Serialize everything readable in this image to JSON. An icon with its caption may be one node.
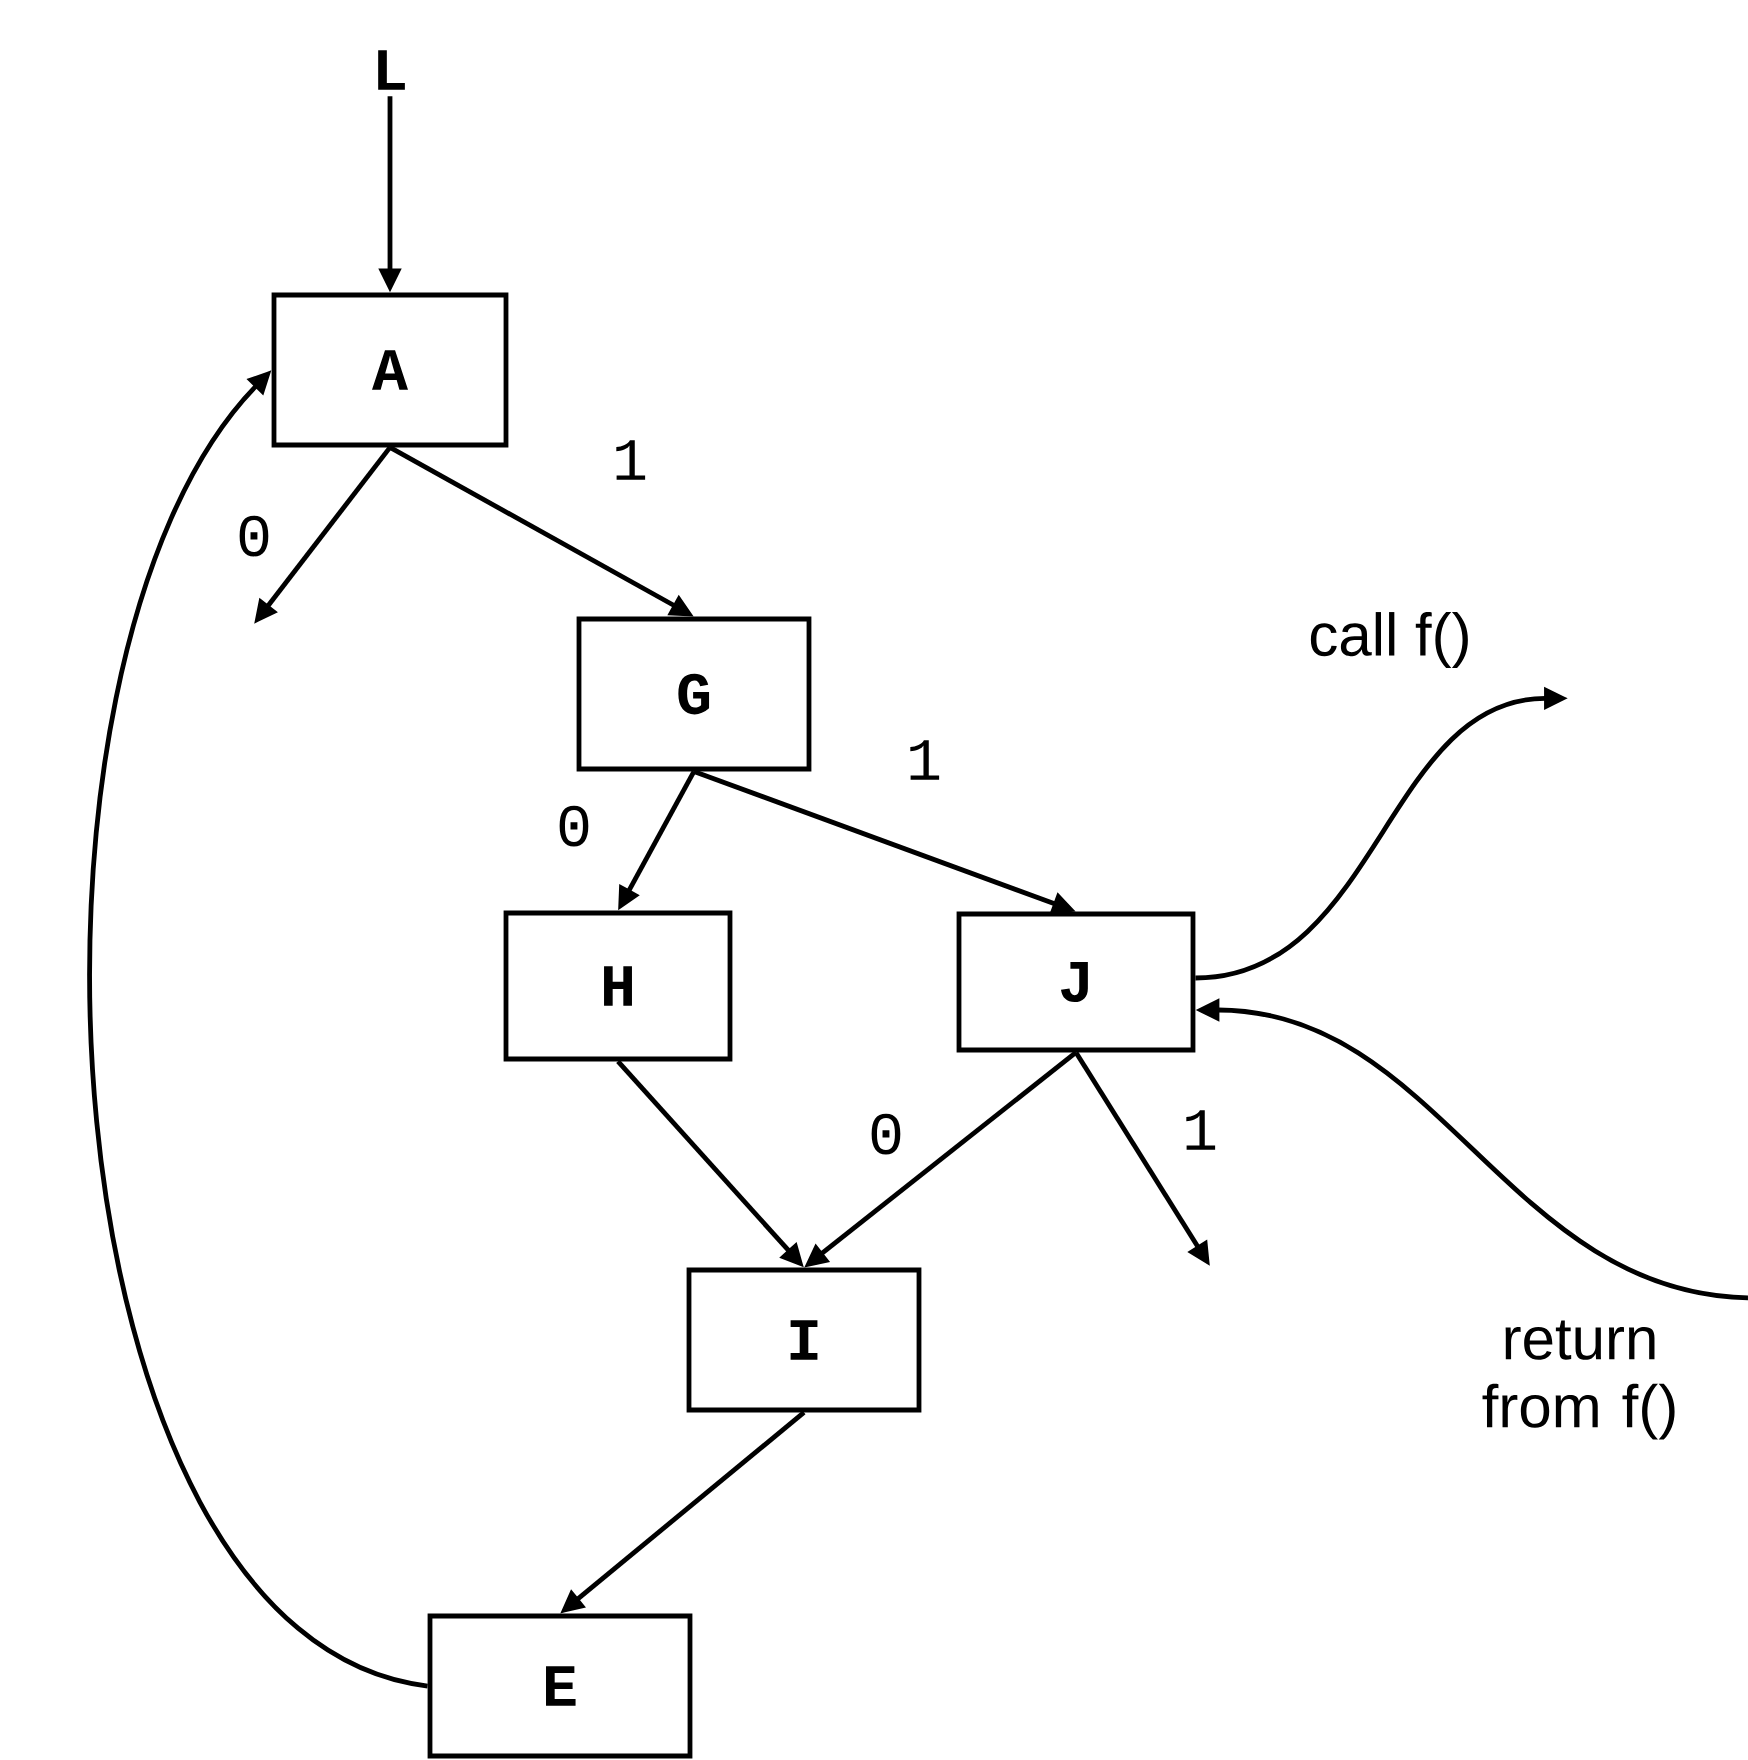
{
  "diagram": {
    "nodes": [
      {
        "text": [
          "L"
        ]
      },
      {
        "text": [
          "A"
        ]
      },
      {
        "text": [
          "G"
        ]
      },
      {
        "text": [
          "H"
        ]
      },
      {
        "text": [
          "J"
        ]
      },
      {
        "text": [
          "I"
        ]
      },
      {
        "text": [
          "E"
        ]
      },
      {
        "text": [
          "call f()"
        ]
      },
      {
        "text": [
          "return from f()"
        ]
      }
    ],
    "edges": [
      {
        "from": 0,
        "to": 1,
        "arrow": "to"
      },
      {
        "from": 1,
        "to": null,
        "arrow": "to",
        "label": "0"
      },
      {
        "from": 1,
        "to": 2,
        "arrow": "to",
        "label": "1"
      },
      {
        "from": 2,
        "to": 3,
        "arrow": "to",
        "label": "0"
      },
      {
        "from": 2,
        "to": 4,
        "arrow": "to",
        "label": "1"
      },
      {
        "from": 3,
        "to": 5,
        "arrow": "to"
      },
      {
        "from": 4,
        "to": 5,
        "arrow": "to",
        "label": "0"
      },
      {
        "from": 4,
        "to": null,
        "arrow": "to",
        "label": "1"
      },
      {
        "from": 5,
        "to": 6,
        "arrow": "to"
      },
      {
        "from": 6,
        "to": 1,
        "arrow": "to"
      },
      {
        "from": 4,
        "to": 7,
        "arrow": "to"
      },
      {
        "from": 8,
        "to": 4,
        "arrow": "to"
      }
    ]
  }
}
